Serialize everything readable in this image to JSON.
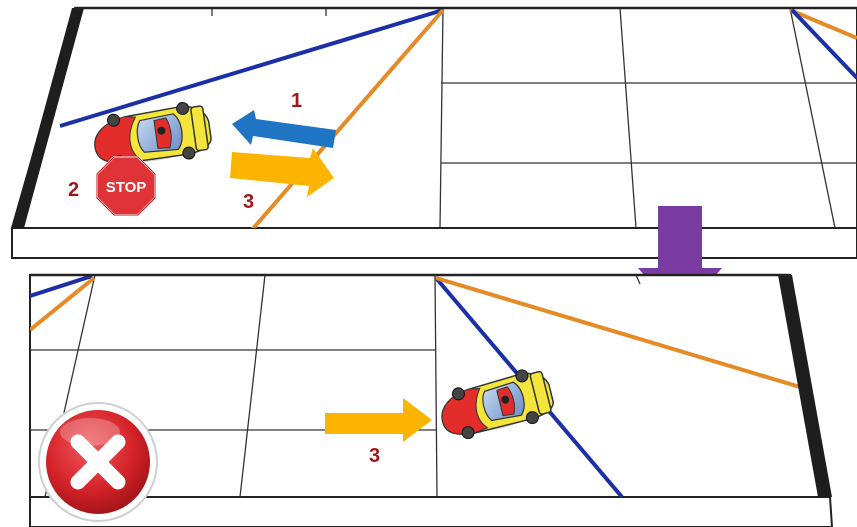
{
  "steps": {
    "step1": "1",
    "step2": "2",
    "step3_top": "3",
    "step3_bottom": "3"
  },
  "stop_sign": {
    "text": "STOP"
  },
  "icons": {
    "stop": "stop-sign-icon",
    "fail": "fail-x-icon",
    "car": "race-car-icon",
    "transition": "down-arrow-icon"
  },
  "colors": {
    "blue_line": "#1b2fa6",
    "orange_line": "#e58a24",
    "arrow_blue": "#1f74c4",
    "arrow_yellow": "#fbb500",
    "arrow_purple": "#7a3ba3",
    "label": "#a0161b",
    "stop_red": "#e03338",
    "fail_red": "#d42329",
    "car_yellow": "#f3e53a",
    "car_red": "#e22d2b"
  }
}
